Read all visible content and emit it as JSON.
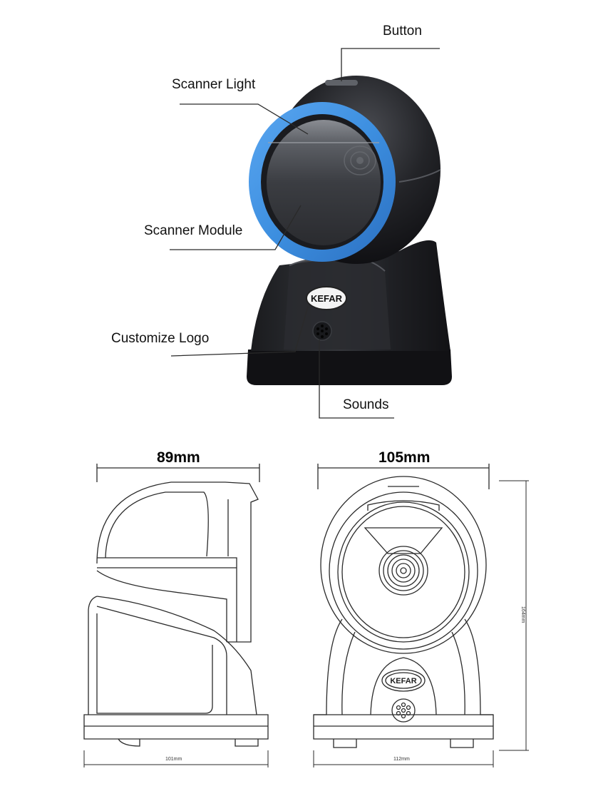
{
  "callouts": {
    "button": "Button",
    "scanner_light": "Scanner Light",
    "scanner_module": "Scanner Module",
    "customize_logo": "Customize Logo",
    "sounds": "Sounds"
  },
  "brand_logo": "KEFAR",
  "dimensions": {
    "side_depth_top": "89mm",
    "front_width_top": "105mm",
    "side_base": "101mm",
    "front_base": "112mm",
    "height": "164mm"
  },
  "colors": {
    "ring_blue": "#3d8fe0",
    "body_black": "#1b1c1f",
    "line": "#2a2a2a"
  }
}
